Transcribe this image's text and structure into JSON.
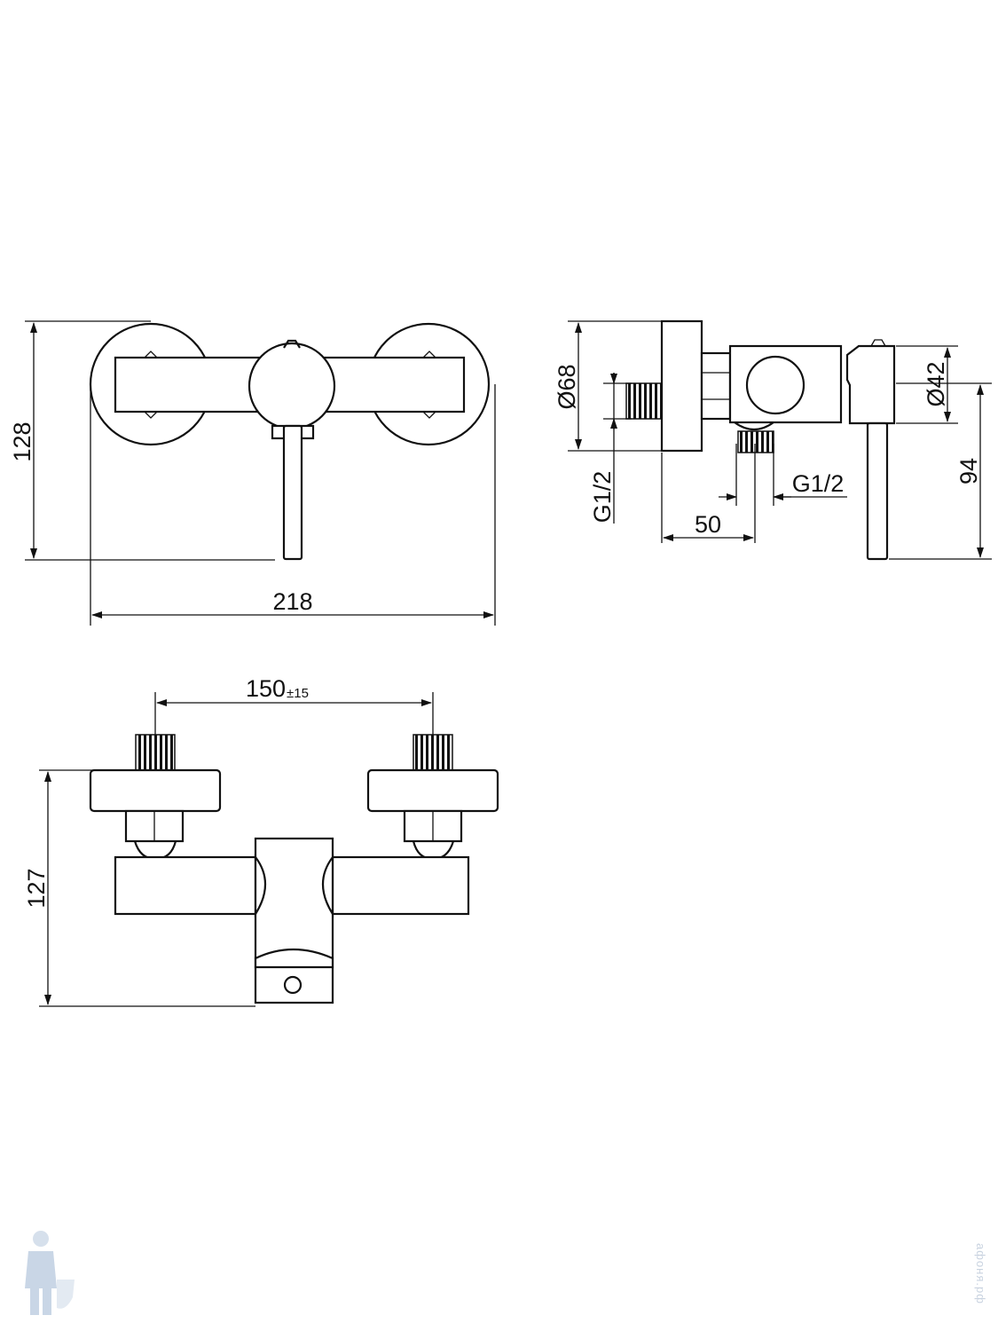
{
  "dimensions": {
    "front_height": "128",
    "front_width": "218",
    "side_rosette_diameter": "Ø68",
    "side_body_diameter": "Ø42",
    "side_inlet_thread": "G1/2",
    "side_outlet_thread": "G1/2",
    "side_projection": "50",
    "side_lever_height": "94",
    "top_center_distance": "150",
    "top_center_tolerance": "±15",
    "top_height": "127"
  },
  "watermark": {
    "text": "афоня.рф"
  },
  "colors": {
    "line": "#111111",
    "background": "#ffffff",
    "watermark": "#c9d3e0"
  }
}
